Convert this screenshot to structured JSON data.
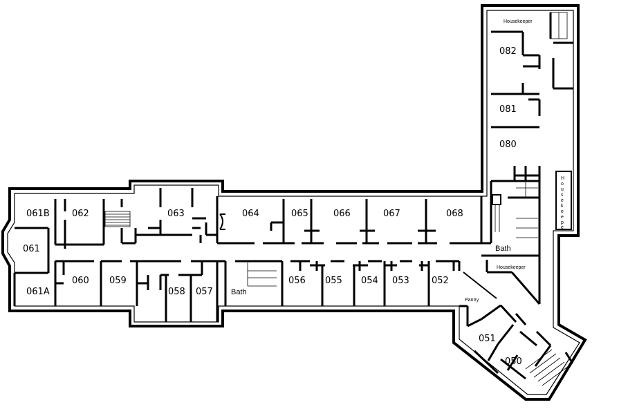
{
  "floorplan": {
    "rooms": [
      {
        "id": "061B",
        "label": "061B"
      },
      {
        "id": "062",
        "label": "062"
      },
      {
        "id": "063",
        "label": "063"
      },
      {
        "id": "064",
        "label": "064"
      },
      {
        "id": "065",
        "label": "065"
      },
      {
        "id": "066",
        "label": "066"
      },
      {
        "id": "067",
        "label": "067"
      },
      {
        "id": "068",
        "label": "068"
      },
      {
        "id": "061",
        "label": "061"
      },
      {
        "id": "061A",
        "label": "061A"
      },
      {
        "id": "060",
        "label": "060"
      },
      {
        "id": "059",
        "label": "059"
      },
      {
        "id": "058",
        "label": "058"
      },
      {
        "id": "057",
        "label": "057"
      },
      {
        "id": "056",
        "label": "056"
      },
      {
        "id": "055",
        "label": "055"
      },
      {
        "id": "054",
        "label": "054"
      },
      {
        "id": "053",
        "label": "053"
      },
      {
        "id": "052",
        "label": "052"
      },
      {
        "id": "051",
        "label": "051"
      },
      {
        "id": "050",
        "label": "050"
      },
      {
        "id": "082",
        "label": "082"
      },
      {
        "id": "081",
        "label": "081"
      },
      {
        "id": "080",
        "label": "080"
      }
    ],
    "labels": {
      "housekeeper_top": "Housekeeper",
      "housekeeper_mid": "Housekeeper",
      "housekeeper_vertical": [
        "H",
        "o",
        "u",
        "s",
        "e",
        "k",
        "e",
        "e",
        "p",
        "e"
      ],
      "bath_west": "Bath",
      "bath_east": "Bath",
      "pantry": "Pantry"
    }
  }
}
